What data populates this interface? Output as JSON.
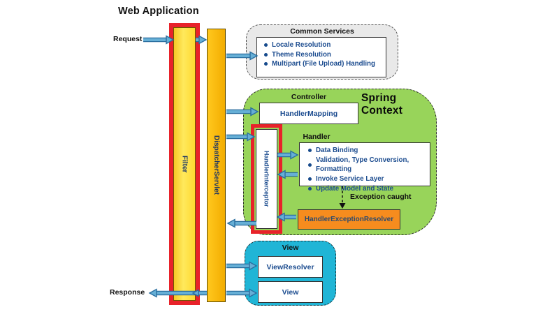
{
  "title": "Web Application",
  "labels": {
    "request": "Request",
    "response": "Response"
  },
  "bars": {
    "filter": "Filter",
    "dispatcher": "DispatcherServlet",
    "interceptor": "HandlerInterceptor"
  },
  "common_services": {
    "title": "Common Services",
    "items": [
      "Locale Resolution",
      "Theme Resolution",
      "Multipart (File Upload) Handling"
    ]
  },
  "spring_context": {
    "title": "Spring Context",
    "controller_label": "Controller",
    "handler_mapping": "HandlerMapping",
    "handler_label": "Handler",
    "handler_items": [
      "Data Binding",
      "Validation, Type Conversion, Formatting",
      "Invoke Service Layer",
      "Update Model and State"
    ],
    "exception_label": "Exception caught",
    "exception_resolver": "HandlerExceptionResolver"
  },
  "view_panel": {
    "title": "View",
    "resolver": "ViewResolver",
    "view": "View"
  },
  "colors": {
    "filter_yellow": "#FFDE3C",
    "dispatcher_gold": "#F7B500",
    "highlight_red": "#E8222A",
    "context_green": "#98D45A",
    "view_cyan": "#20B5D6",
    "resolver_orange": "#F68C1E",
    "services_gray": "#E9E9E9",
    "arrow_blue": "#66AFD6",
    "arrow_border_blue": "#2A6E9F",
    "text_blue": "#1C4C8F"
  }
}
